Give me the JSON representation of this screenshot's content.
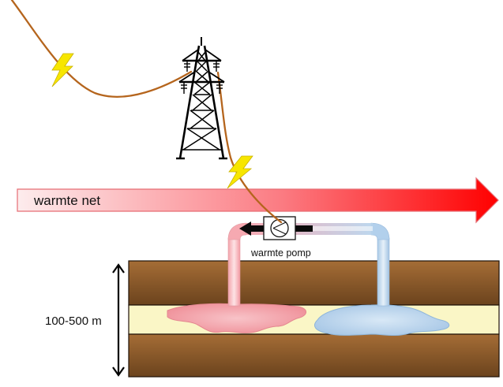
{
  "labels": {
    "heat_network": "warmte net",
    "heat_pump": "warmte pomp",
    "depth": "100-500 m"
  },
  "icons": {
    "pylon": "power-pylon-icon",
    "lightning": "lightning-bolt-icon",
    "pump": "pump-symbol-icon"
  },
  "colors": {
    "cable": "#b5651d",
    "lightning": "#f7e600",
    "arrow_start": "#fde9ea",
    "arrow_end": "#ff0000",
    "earth": "#8a5a2b",
    "aquifer": "#faf6c4",
    "warm_water": "#f4a6ad",
    "cold_water": "#b9d6ee"
  }
}
